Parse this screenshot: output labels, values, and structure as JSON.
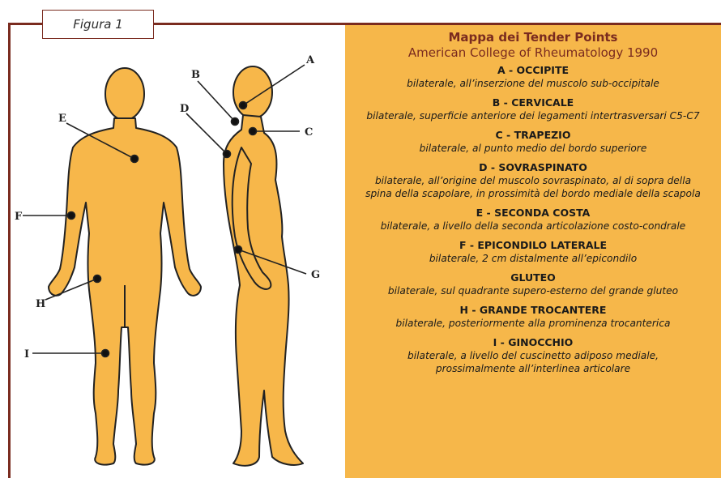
{
  "figure_label": "Figura 1",
  "panel": {
    "title": "Mappa dei Tender Points",
    "subtitle": "American College of Rheumatology 1990",
    "points": [
      {
        "heading": "A - OCCIPITE",
        "lines": [
          "bilaterale, all’inserzione del muscolo sub-occipitale"
        ]
      },
      {
        "heading": "B - CERVICALE",
        "lines": [
          "bilaterale, superficie anteriore dei legamenti intertrasversari C5-C7"
        ]
      },
      {
        "heading": "C - TRAPEZIO",
        "lines": [
          "bilaterale, al punto medio del bordo superiore"
        ]
      },
      {
        "heading": "D - SOVRASPINATO",
        "lines": [
          "bilaterale, all’origine del muscolo sovraspinato, al di sopra della",
          "spina della scapolare, in prossimità del bordo mediale della scapola"
        ]
      },
      {
        "heading": "E - SECONDA COSTA",
        "lines": [
          "bilaterale, a livello della seconda articolazione costo-condrale"
        ]
      },
      {
        "heading": "F - EPICONDILO LATERALE",
        "lines": [
          "bilaterale, 2 cm distalmente all’epicondilo"
        ]
      },
      {
        "heading": "GLUTEO",
        "lines": [
          "bilaterale, sul quadrante supero-esterno del grande gluteo"
        ]
      },
      {
        "heading": "H - GRANDE TROCANTERE",
        "lines": [
          "bilaterale, posteriormente alla prominenza trocanterica"
        ]
      },
      {
        "heading": "I - GINOCCHIO",
        "lines": [
          "bilaterale, a livello del cuscinetto adiposo mediale,",
          "prossimalmente all’interlinea articolare"
        ]
      }
    ]
  },
  "diagram_labels": {
    "A": "A",
    "B": "B",
    "C": "C",
    "D": "D",
    "E": "E",
    "F": "F",
    "G": "G",
    "H": "H",
    "I": "I"
  },
  "colors": {
    "frame": "#7a2b1f",
    "panel_bg": "#f6b74a",
    "body_fill": "#f7b74a",
    "title_text": "#7a2b1f"
  }
}
